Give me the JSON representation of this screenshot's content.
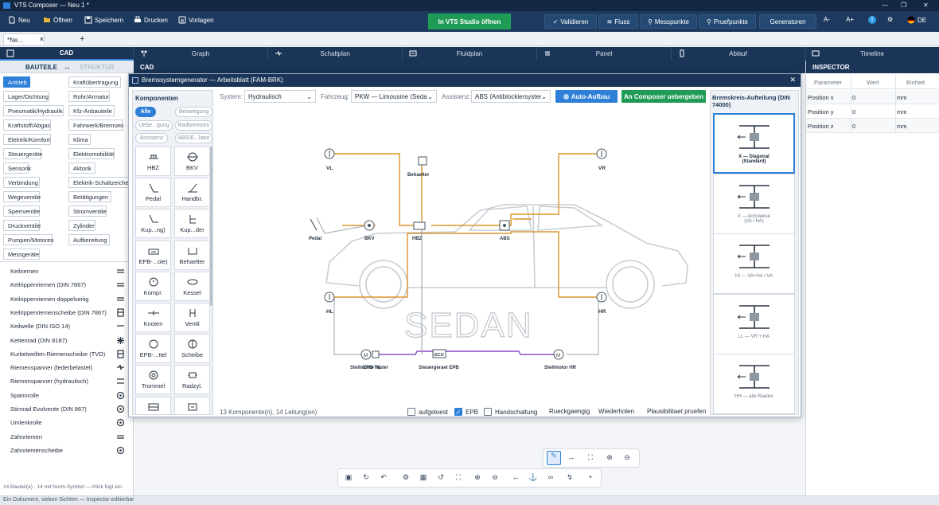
{
  "titlebar": {
    "title": "VTS Composer — Neu 1 *"
  },
  "toolbar": {
    "new": "Neu",
    "open": "Öffnen",
    "save": "Speichern",
    "print": "Drucken",
    "templates": "Vorlagen",
    "studio": "In VTS Studio öffnen",
    "validate": "Validieren",
    "flow": "Fluss",
    "measure": "Messpunkte",
    "test": "Pruefpunkte",
    "generators": "Generatoren",
    "font_down": "A-",
    "font_up": "A+",
    "lang": "DE"
  },
  "doctab": {
    "label": "*Ne...",
    "add": "+"
  },
  "viewtabs": [
    "CAD",
    "Graph",
    "Schaltplan",
    "Fluidplan",
    "Panel",
    "Ablauf",
    "Timeline"
  ],
  "left": {
    "tabs": {
      "parts": "BAUTEILE",
      "swap": "↔",
      "structure": "STRUKTUR"
    },
    "categories": [
      "Antrieb",
      "Kraftübertragung",
      "Lager/Dichtung",
      "Rohr/Armatur",
      "Pneumatik/Hydraulik",
      "Kfz-Anbauteile",
      "Kraftstoff/Abgas",
      "Fahrwerk/Bremsen",
      "Elektrik/Komfort",
      "Klima",
      "Steuergeräte",
      "Elektromobilität",
      "Sensorik",
      "Aktorik",
      "Verbindung",
      "Elektrik-Schaltzeichen",
      "Wegeventile",
      "Betätigungen",
      "Sperrventile",
      "Stromventile",
      "Druckventile",
      "Zylinder",
      "Pumpen/Motoren",
      "Aufbereitung",
      "Messgeräte"
    ],
    "items": [
      "Keilriemen",
      "Keilrippenriemen (DIN 7867)",
      "Keilrippenriemen doppelseitig",
      "Keilrippenriemenscheibe (DIN 7867)",
      "Keilwelle (DIN ISO 14)",
      "Kettenrad (DIN 8187)",
      "Kurbelwellen-Riemenscheibe (TVD)",
      "Riemenspanner (federbelastet)",
      "Riemenspanner (hydraulisch)",
      "Spannrolle",
      "Stirnrad Evolvente (DIN 867)",
      "Umlenkrolle",
      "Zahnriemen",
      "Zahnriemenscheibe"
    ],
    "status": "14 Bauteil(e) · 14 mit Norm-Symbol — Klick fügt ein."
  },
  "cad": {
    "header": "CAD"
  },
  "inspector": {
    "header": "INSPECTOR",
    "cols": [
      "Parameter",
      "Wert",
      "Einheit"
    ],
    "rows": [
      [
        "Position x",
        "0",
        "mm"
      ],
      [
        "Position y",
        "0",
        "mm"
      ],
      [
        "Position z",
        "0",
        "mm"
      ]
    ]
  },
  "dialog": {
    "title": "Bremssystemgenerator — Arbeitsblatt (FAM-BRK)",
    "close": "✕",
    "components_title": "Komponenten",
    "filters": [
      "Alle",
      "Betaetigung",
      "Uebe...gung",
      "Radbremsen",
      "Assistenz",
      "ABS/E...lator"
    ],
    "tiles": [
      "HBZ",
      "BKV",
      "Pedal",
      "Handbr.",
      "Kup...ng)",
      "Kup...der",
      "EPB-...ole)",
      "Behaelter",
      "Kompr.",
      "Kessel",
      "Knoten",
      "Ventil",
      "EPB-...ttel",
      "Scheibe",
      "Trommel",
      "Radzyl.",
      "",
      ""
    ],
    "system_label": "System:",
    "system_value": "Hydraulisch",
    "vehicle_label": "Fahrzeug:",
    "vehicle_value": "PKW — Limousine (Sedan",
    "assist_label": "Assistenz:",
    "assist_value": "ABS (Antiblockiersyster",
    "auto_btn": "Auto-Aufbau",
    "composer_btn": "An Composer uebergeben",
    "bremskreis_title": "Bremskreis-Aufteilung (DIN 74000)",
    "layouts": [
      {
        "l1": "X — Diagonal",
        "l2": "(Standard)"
      },
      {
        "l1": "II — Achsweise",
        "l2": "(VA / HA)"
      },
      {
        "l1": "HI — VA+HA / VA",
        "l2": ""
      },
      {
        "l1": "LL — VR + HA",
        "l2": ""
      },
      {
        "l1": "HH — alle Raeder",
        "l2": ""
      }
    ],
    "diagram": {
      "vl": "VL",
      "vr": "VR",
      "hl": "HL",
      "hr": "HR",
      "behaelter": "Behaelter",
      "pedal": "Pedal",
      "bkv": "BKV",
      "hbz": "HBZ",
      "abs": "ABS",
      "ecu": "ECU",
      "ecu_label": "Steuergeraet EPB",
      "motor_hl": "Stellmotor HL",
      "epb_taster": "EPB-Taster",
      "motor_hr": "Stellmotor HR",
      "sedan": "SEDAN"
    },
    "status": "13 Komponente(n), 14 Leitung(en)",
    "chk_exploded": "aufgeloest",
    "chk_epb": "EPB",
    "chk_manual": "Handschaltung",
    "undo": "Rueckgaengig",
    "redo": "Wiederholen",
    "plaus": "Plausibilitaet pruefen"
  },
  "statusbar": "Ein Dokument, sieben Sichten — Inspector editierbar",
  "colors": {
    "accent": "#2e7fd8",
    "brand": "#1a3557",
    "green": "#1f9b55",
    "brake_line": "#d9952b",
    "epb_line": "#8e4fc4"
  }
}
